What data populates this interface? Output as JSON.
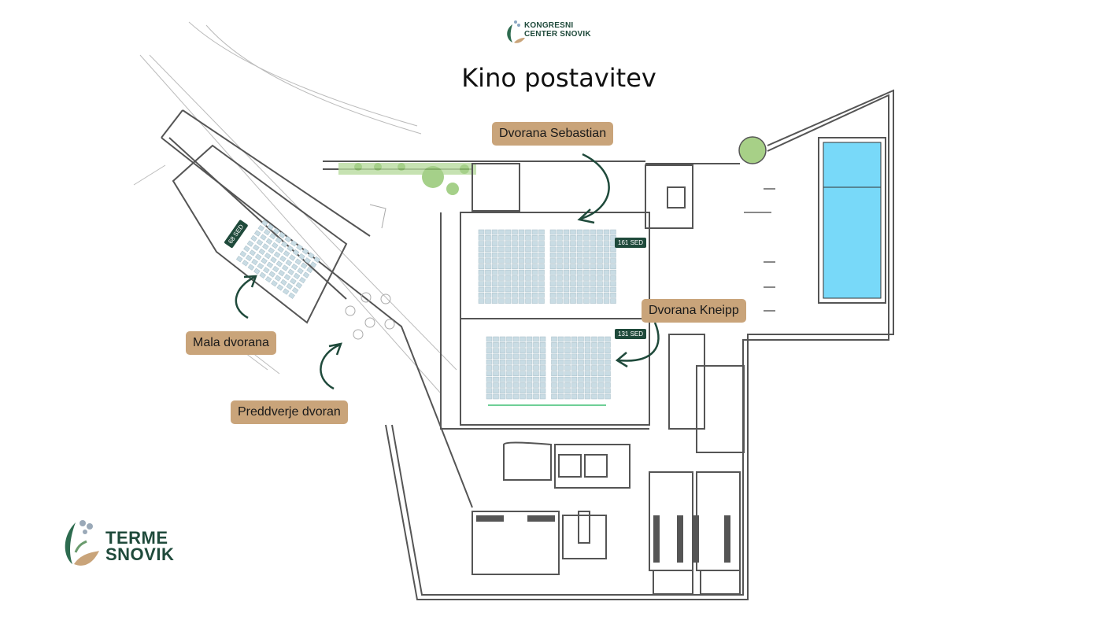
{
  "header": {
    "logo_line1": "KONGRESNI",
    "logo_line2": "CENTER SNOVIK",
    "title": "Kino postavitev"
  },
  "callouts": {
    "sebastian": "Dvorana Sebastian",
    "kneipp": "Dvorana Kneipp",
    "mala": "Mala dvorana",
    "preddverje": "Preddverje dvoran"
  },
  "badges": {
    "sebastian": "161 SED",
    "kneipp": "131 SED",
    "mala": "68 SED"
  },
  "brand": {
    "line1": "TERME",
    "line2": "SNOVIK"
  },
  "colors": {
    "accent_dark_green": "#1f4a3b",
    "callout_tan": "#c9a47a",
    "pool_blue": "#78d9f9",
    "seat_blue": "#c9dce4",
    "wall": "#555555"
  }
}
